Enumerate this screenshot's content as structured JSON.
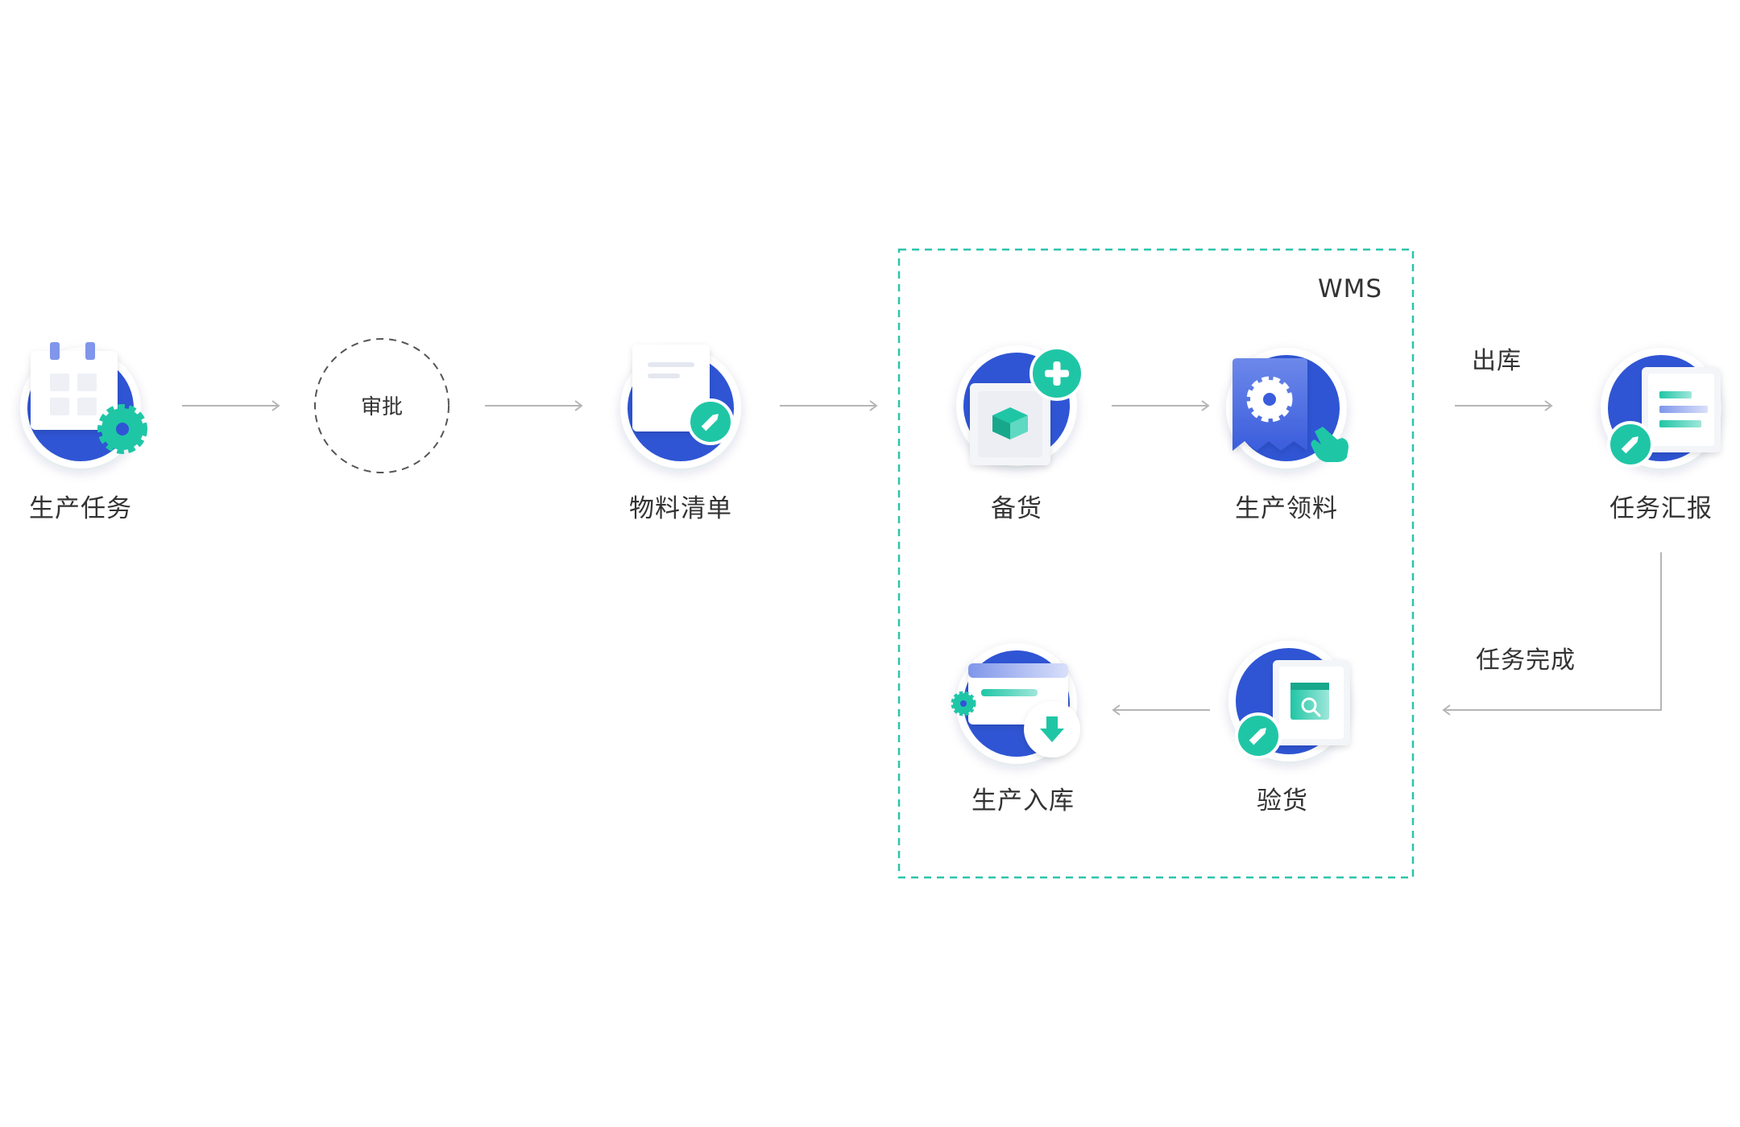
{
  "colors": {
    "blue": "#2f55d4",
    "teal": "#1fc6a6",
    "dashed_region": "#2cc4ad",
    "arrow": "#b5b5b5",
    "text": "#333333"
  },
  "region": {
    "title": "WMS"
  },
  "nodes": [
    {
      "id": "production-task",
      "label": "生产任务",
      "icon": "calendar-gear-icon"
    },
    {
      "id": "approval",
      "label": "审批",
      "icon": "dashed-circle"
    },
    {
      "id": "bom",
      "label": "物料清单",
      "icon": "document-edit-icon"
    },
    {
      "id": "stock-prep",
      "label": "备货",
      "icon": "box-plus-icon"
    },
    {
      "id": "material-pick",
      "label": "生产领料",
      "icon": "gear-receipt-hand-icon"
    },
    {
      "id": "task-report",
      "label": "任务汇报",
      "icon": "list-edit-icon"
    },
    {
      "id": "inspection",
      "label": "验货",
      "icon": "search-edit-icon"
    },
    {
      "id": "warehousing",
      "label": "生产入库",
      "icon": "form-download-icon"
    }
  ],
  "edges": [
    {
      "from": "production-task",
      "to": "approval",
      "label": ""
    },
    {
      "from": "approval",
      "to": "bom",
      "label": ""
    },
    {
      "from": "bom",
      "to": "stock-prep",
      "label": ""
    },
    {
      "from": "stock-prep",
      "to": "material-pick",
      "label": ""
    },
    {
      "from": "material-pick",
      "to": "task-report",
      "label": "出库"
    },
    {
      "from": "task-report",
      "to": "inspection",
      "label": "任务完成"
    },
    {
      "from": "inspection",
      "to": "warehousing",
      "label": ""
    }
  ]
}
